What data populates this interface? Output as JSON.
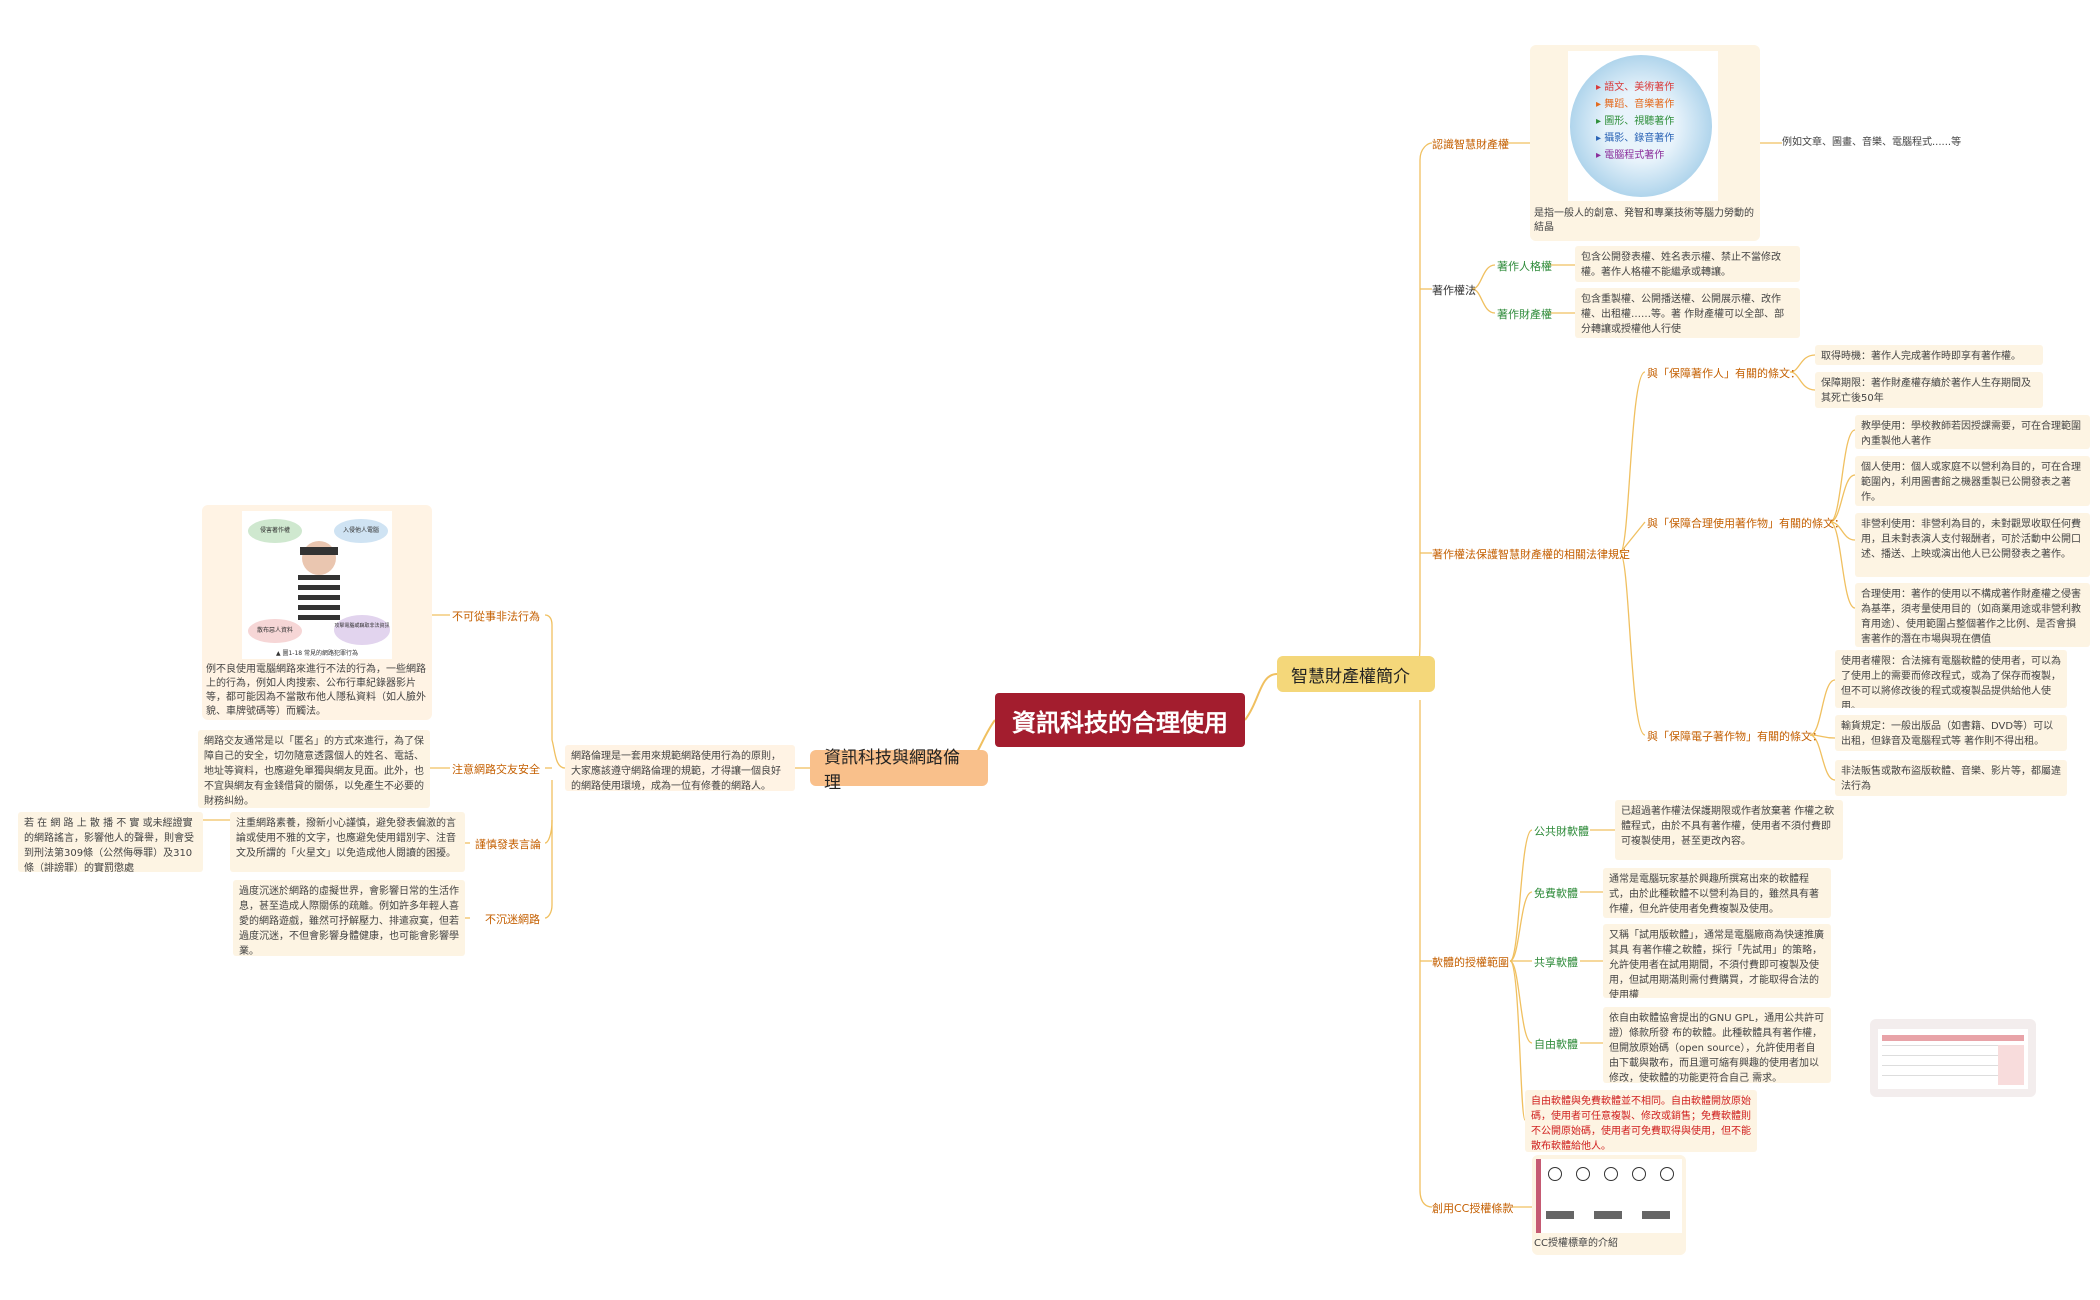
{
  "central": "資訊科技的合理使用",
  "right_branch": {
    "title": "智慧財產權簡介",
    "topics": {
      "ip_intro": {
        "label": "認識智慧財產權",
        "image_items": [
          "語文、美術著作",
          "舞蹈、音樂著作",
          "圖形、視聽著作",
          "攝影、錄音著作",
          "電腦程式著作"
        ],
        "caption": "是指一般人的創意、発智和專業技術等腦力勞動的結晶",
        "example": "例如文章、圖畫、音樂、電腦程式......等"
      },
      "copyright_law": {
        "label": "著作權法",
        "moral": {
          "label": "著作人格權",
          "text": "包含公開發表權、姓名表示權、禁止不當修改權。著作人格權不能繼承或轉讓。"
        },
        "economic": {
          "label": "著作財產權",
          "text": "包含重製權、公開播送權、公開展示權、改作權、出租權……等。著 作財產權可以全部、部分轉讓或授權他人行使"
        }
      },
      "protection": {
        "label": "著作權法保護智慧財產權的相關法律規定",
        "author": {
          "label": "與「保障著作人」有關的條文：",
          "items": [
            "取得時機：著作人完成著作時即享有著作權。",
            "保障期限：著作財產權存續於著作人生存期間及其死亡後50年"
          ]
        },
        "fair_use": {
          "label": "與「保障合理使用著作物」有關的條文：",
          "items": [
            "教學使用：學校教師若因授課需要，可在合理範圍內重製他人著作",
            "個人使用：個人或家庭不以營利為目的，可在合理範圍內，利用圖書館之機器重製已公開發表之著作。",
            "非營利使用：非營利為目的，未對觀眾收取任何費用，且未對表演人支付報酬者，可於活動中公開口述、播送、上映或演出他人已公開發表之著作。",
            "合理使用：著作的使用以不構成著作財產權之侵害為基準，須考量使用目的（如商業用途或非營利教育用途）、使用範圍占整個著作之比例、是否會損害著作的潛在市場與現在價值"
          ]
        },
        "electronic": {
          "label": "與「保障電子著作物」有關的條文：",
          "items": [
            "使用者權限：合法擁有電腦軟體的使用者，可以為了使用上的需要而修改程式，或為了保存而複製，但不可以將修改後的程式或複製品提供給他人使用。",
            "輸貨規定：一般出版品（如書籍、DVD等）可以出租，但錄音及電腦程式等 著作則不得出租。",
            "非法販售或散布盜版軟體、音樂、影片等，都屬違法行為"
          ]
        }
      },
      "license": {
        "label": "軟體的授權範圍",
        "items": [
          {
            "label": "公共財軟體",
            "text": "已超過著作權法保護期限或作者放棄著 作權之軟體程式，由於不具有著作權，使用者不須付費即可複製使用，甚至更改內容。"
          },
          {
            "label": "免費軟體",
            "text": "通常是電腦玩家基於興趣所撰寫出來的軟體程式，由於此種軟體不以營利為目的，雖然具有著作權，但允許使用者免費複製及使用。"
          },
          {
            "label": "共享軟體",
            "text": "又稱「試用版軟體」，通常是電腦廠商為快速推廣其具 有著作權之軟體，採行「先試用」的策略，允許使用者在試用期間，不須付費即可複製及使用，但試用期滿則需付費購買，才能取得合法的使用權"
          },
          {
            "label": "自由軟體",
            "text": "依自由軟體協會提出的GNU GPL，通用公共許可證）條款所發 布的軟體。此種軟體具有著作權，但開放原始碼（open source），允許使用者自由下載與散布，而且還可縮有興趣的使用者加以修改，使軟體的功能更符合自己 需求。"
          }
        ],
        "note": "自由軟體與免費軟體並不相同。自由軟體開放原始碼，使用者可任意複製、修改或銷售；免費軟體則不公開原始碼，使用者可免費取得與使用，但不能散布軟體給他人。"
      },
      "cc": {
        "label": "創用CC授權條款",
        "caption": "CC授權標章的介紹"
      }
    }
  },
  "left_branch": {
    "title": "資訊科技與網路倫理",
    "intro": "網路倫理是一套用來規範網路使用行為的原則，大家應該遵守網路倫理的規範，才得讓一個良好的網路使用環境，成為一位有修養的網路人。",
    "topics": {
      "illegal": {
        "label": "不可從事非法行為",
        "image_labels": [
          "侵害著作權",
          "入侵他人電腦",
          "散布惡人資料",
          "攻擊電腦或竊取非法資訊"
        ],
        "image_caption": "▲ 圖1-18 常見的網路犯罪行為",
        "text": "例不良使用電腦網路來進行不法的行為，一些網路上的行為，例如人肉搜索、公布行車紀錄器影片等，都可能因為不當散布他人隱私資料（如人臉外貌、車牌號碼等）而觸法。"
      },
      "safety": {
        "label": "注意網路交友安全",
        "text": "網路交友通常是以「匿名」的方式來進行，為了保障自己的安全，切勿隨意透露個人的姓名、電話、地址等資料，也應避免單獨與網友見面。此外，也不宜與網友有金錢借貸的關係，以免產生不必要的財務糾紛。"
      },
      "speech": {
        "label": "謹慎發表言論",
        "text": "注重網路素養，撥新小心謹慎，避免發表偏激的言論或使用不雅的文字，也應避免使用錯別字、注音文及所謂的「火星文」以免造成他人閱讀的困擾。",
        "side": "若 在 網 路 上 散 播 不 實 或未經證實的網路謠言，影響他人的聲譽，則會受到刑法第309條（公然侮辱罪）及310條（誹謗罪）的實罰懲處"
      },
      "addiction": {
        "label": "不沉迷網路",
        "text": "過度沉迷於網路的虛擬世界，會影響日常的生活作息，甚至造成人際關係的疏離。例如許多年輕人喜愛的網路遊戲，雖然可抒解壓力、排遣寂寞，但若過度沉迷，不但會影響身體健康，也可能會影響學業。"
      }
    }
  }
}
